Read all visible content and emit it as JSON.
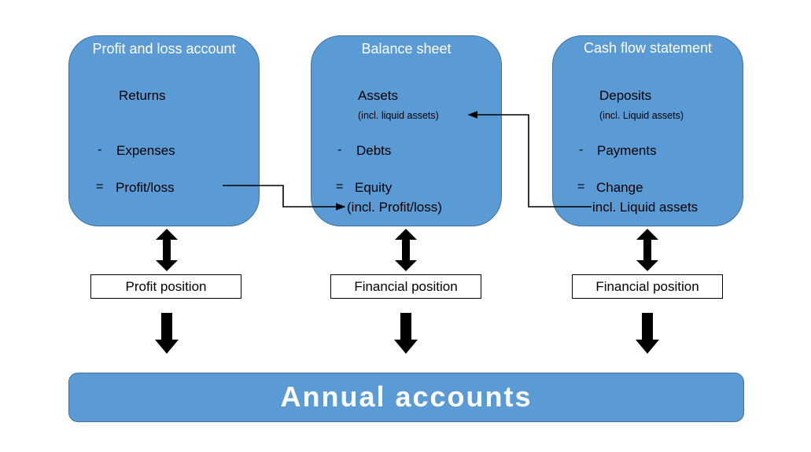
{
  "boxes": [
    {
      "title": "Profit and loss account",
      "line1": "Returns",
      "line1_sub": "",
      "op2": "-",
      "line2": "Expenses",
      "op3": "=",
      "line3": "Profit/loss",
      "line3_sub": ""
    },
    {
      "title": "Balance sheet",
      "line1": "Assets",
      "line1_sub": "(incl. liquid assets)",
      "op2": "-",
      "line2": "Debts",
      "op3": "=",
      "line3": "Equity",
      "line3_sub": "(incl. Profit/loss)"
    },
    {
      "title": "Cash flow statement",
      "line1": "Deposits",
      "line1_sub": "(incl. Liquid assets)",
      "op2": "-",
      "line2": "Payments",
      "op3": "=",
      "line3": "Change",
      "line3_sub": "incl. Liquid assets"
    }
  ],
  "positions": [
    "Profit position",
    "Financial position",
    "Financial position"
  ],
  "annual": "Annual accounts",
  "colors": {
    "box_fill": "#5b9bd5",
    "box_border": "#41719c",
    "arrow": "#000000"
  }
}
